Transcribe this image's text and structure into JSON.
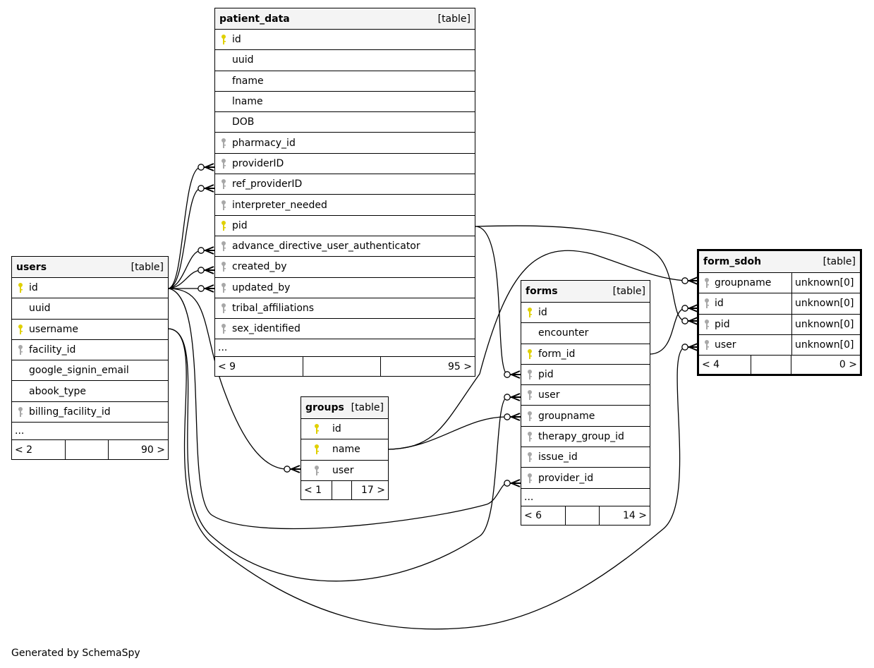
{
  "caption": "Generated by SchemaSpy",
  "colors": {
    "primary_key": "#e0d000",
    "foreign_key": "#a8a8a8",
    "header_bg": "#f4f4f4"
  },
  "tables": {
    "patient_data": {
      "name": "patient_data",
      "kind": "[table]",
      "columns": [
        {
          "name": "id",
          "key": "pk"
        },
        {
          "name": "uuid",
          "key": ""
        },
        {
          "name": "fname",
          "key": ""
        },
        {
          "name": "lname",
          "key": ""
        },
        {
          "name": "DOB",
          "key": ""
        },
        {
          "name": "pharmacy_id",
          "key": "fk"
        },
        {
          "name": "providerID",
          "key": "fk"
        },
        {
          "name": "ref_providerID",
          "key": "fk"
        },
        {
          "name": "interpreter_needed",
          "key": "fk"
        },
        {
          "name": "pid",
          "key": "pk"
        },
        {
          "name": "advance_directive_user_authenticator",
          "key": "fk"
        },
        {
          "name": "created_by",
          "key": "fk"
        },
        {
          "name": "updated_by",
          "key": "fk"
        },
        {
          "name": "tribal_affiliations",
          "key": "fk"
        },
        {
          "name": "sex_identified",
          "key": "fk"
        }
      ],
      "more": "...",
      "footer": {
        "parents": "< 9",
        "mid": "",
        "children": "95 >"
      }
    },
    "users": {
      "name": "users",
      "kind": "[table]",
      "columns": [
        {
          "name": "id",
          "key": "pk"
        },
        {
          "name": "uuid",
          "key": ""
        },
        {
          "name": "username",
          "key": "pk"
        },
        {
          "name": "facility_id",
          "key": "fk"
        },
        {
          "name": "google_signin_email",
          "key": ""
        },
        {
          "name": "abook_type",
          "key": ""
        },
        {
          "name": "billing_facility_id",
          "key": "fk"
        }
      ],
      "more": "...",
      "footer": {
        "parents": "< 2",
        "mid": "",
        "children": "90 >"
      }
    },
    "groups": {
      "name": "groups",
      "kind": "[table]",
      "columns": [
        {
          "name": "id",
          "key": "pk"
        },
        {
          "name": "name",
          "key": "pk"
        },
        {
          "name": "user",
          "key": "fk"
        }
      ],
      "footer": {
        "parents": "< 1",
        "mid": "",
        "children": "17 >"
      }
    },
    "forms": {
      "name": "forms",
      "kind": "[table]",
      "columns": [
        {
          "name": "id",
          "key": "pk"
        },
        {
          "name": "encounter",
          "key": ""
        },
        {
          "name": "form_id",
          "key": "pk"
        },
        {
          "name": "pid",
          "key": "fk"
        },
        {
          "name": "user",
          "key": "fk"
        },
        {
          "name": "groupname",
          "key": "fk"
        },
        {
          "name": "therapy_group_id",
          "key": "fk"
        },
        {
          "name": "issue_id",
          "key": "fk"
        },
        {
          "name": "provider_id",
          "key": "fk"
        }
      ],
      "more": "...",
      "footer": {
        "parents": "< 6",
        "mid": "",
        "children": "14 >"
      }
    },
    "form_sdoh": {
      "name": "form_sdoh",
      "kind": "[table]",
      "columns": [
        {
          "name": "groupname",
          "key": "fk",
          "type": "unknown[0]"
        },
        {
          "name": "id",
          "key": "fk",
          "type": "unknown[0]"
        },
        {
          "name": "pid",
          "key": "fk",
          "type": "unknown[0]"
        },
        {
          "name": "user",
          "key": "fk",
          "type": "unknown[0]"
        }
      ],
      "footer": {
        "parents": "< 4",
        "mid": "",
        "children": "0 >"
      }
    }
  }
}
